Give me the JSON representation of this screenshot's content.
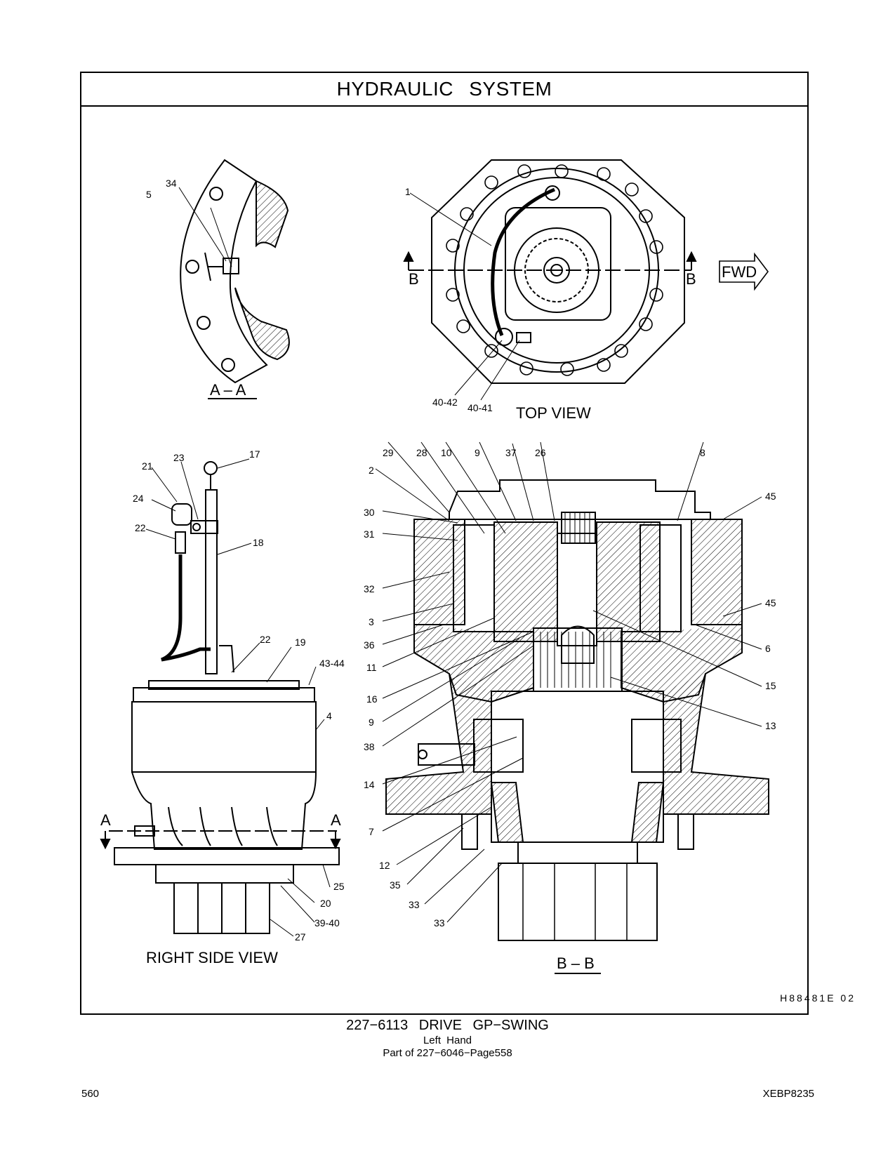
{
  "header": {
    "title": "HYDRAULIC   SYSTEM"
  },
  "views": {
    "section_aa": "A – A",
    "top_view": "TOP  VIEW",
    "right_side_view": "RIGHT  SIDE  VIEW",
    "section_bb": "B – B",
    "fwd": "FWD",
    "marker_a": "A",
    "marker_b": "B"
  },
  "callouts": {
    "aa": [
      "34",
      "5"
    ],
    "top": [
      "1",
      "40-42",
      "40-41"
    ],
    "right_side": [
      "23",
      "17",
      "21",
      "24",
      "22",
      "18",
      "22",
      "19",
      "43-44",
      "4",
      "25",
      "20",
      "39-40",
      "27"
    ],
    "bb_left": [
      "2",
      "30",
      "31",
      "32",
      "3",
      "36",
      "11",
      "16",
      "9",
      "38",
      "14",
      "7",
      "12",
      "35",
      "33",
      "33"
    ],
    "bb_top": [
      "29",
      "28",
      "10",
      "9",
      "37",
      "26",
      "8"
    ],
    "bb_right": [
      "45",
      "45",
      "6",
      "15",
      "13"
    ]
  },
  "illustration_id": "H88481E    02",
  "caption": {
    "main": "227−6113  DRIVE  GP−SWING",
    "sub": "Left  Hand",
    "part_of": "Part of 227−6046−Page558"
  },
  "footer": {
    "page_number": "560",
    "doc_code": "XEBP8235"
  }
}
